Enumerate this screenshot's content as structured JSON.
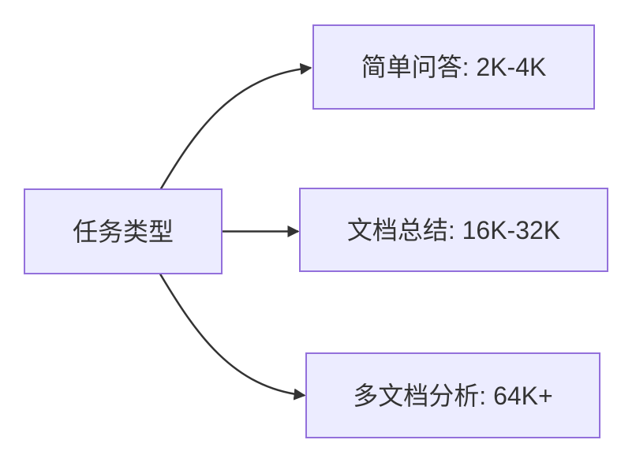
{
  "diagram": {
    "type": "flowchart-left-to-right",
    "root": {
      "label": "任务类型"
    },
    "branches": [
      {
        "label": "简单问答: 2K-4K"
      },
      {
        "label": "文档总结: 16K-32K"
      },
      {
        "label": "多文档分析: 64K+"
      }
    ]
  },
  "colors": {
    "background": "#FFFFFF",
    "node_fill": "#ECECFF",
    "node_border": "#9370DB",
    "edge_line": "#333333",
    "node_text": "#333333"
  }
}
